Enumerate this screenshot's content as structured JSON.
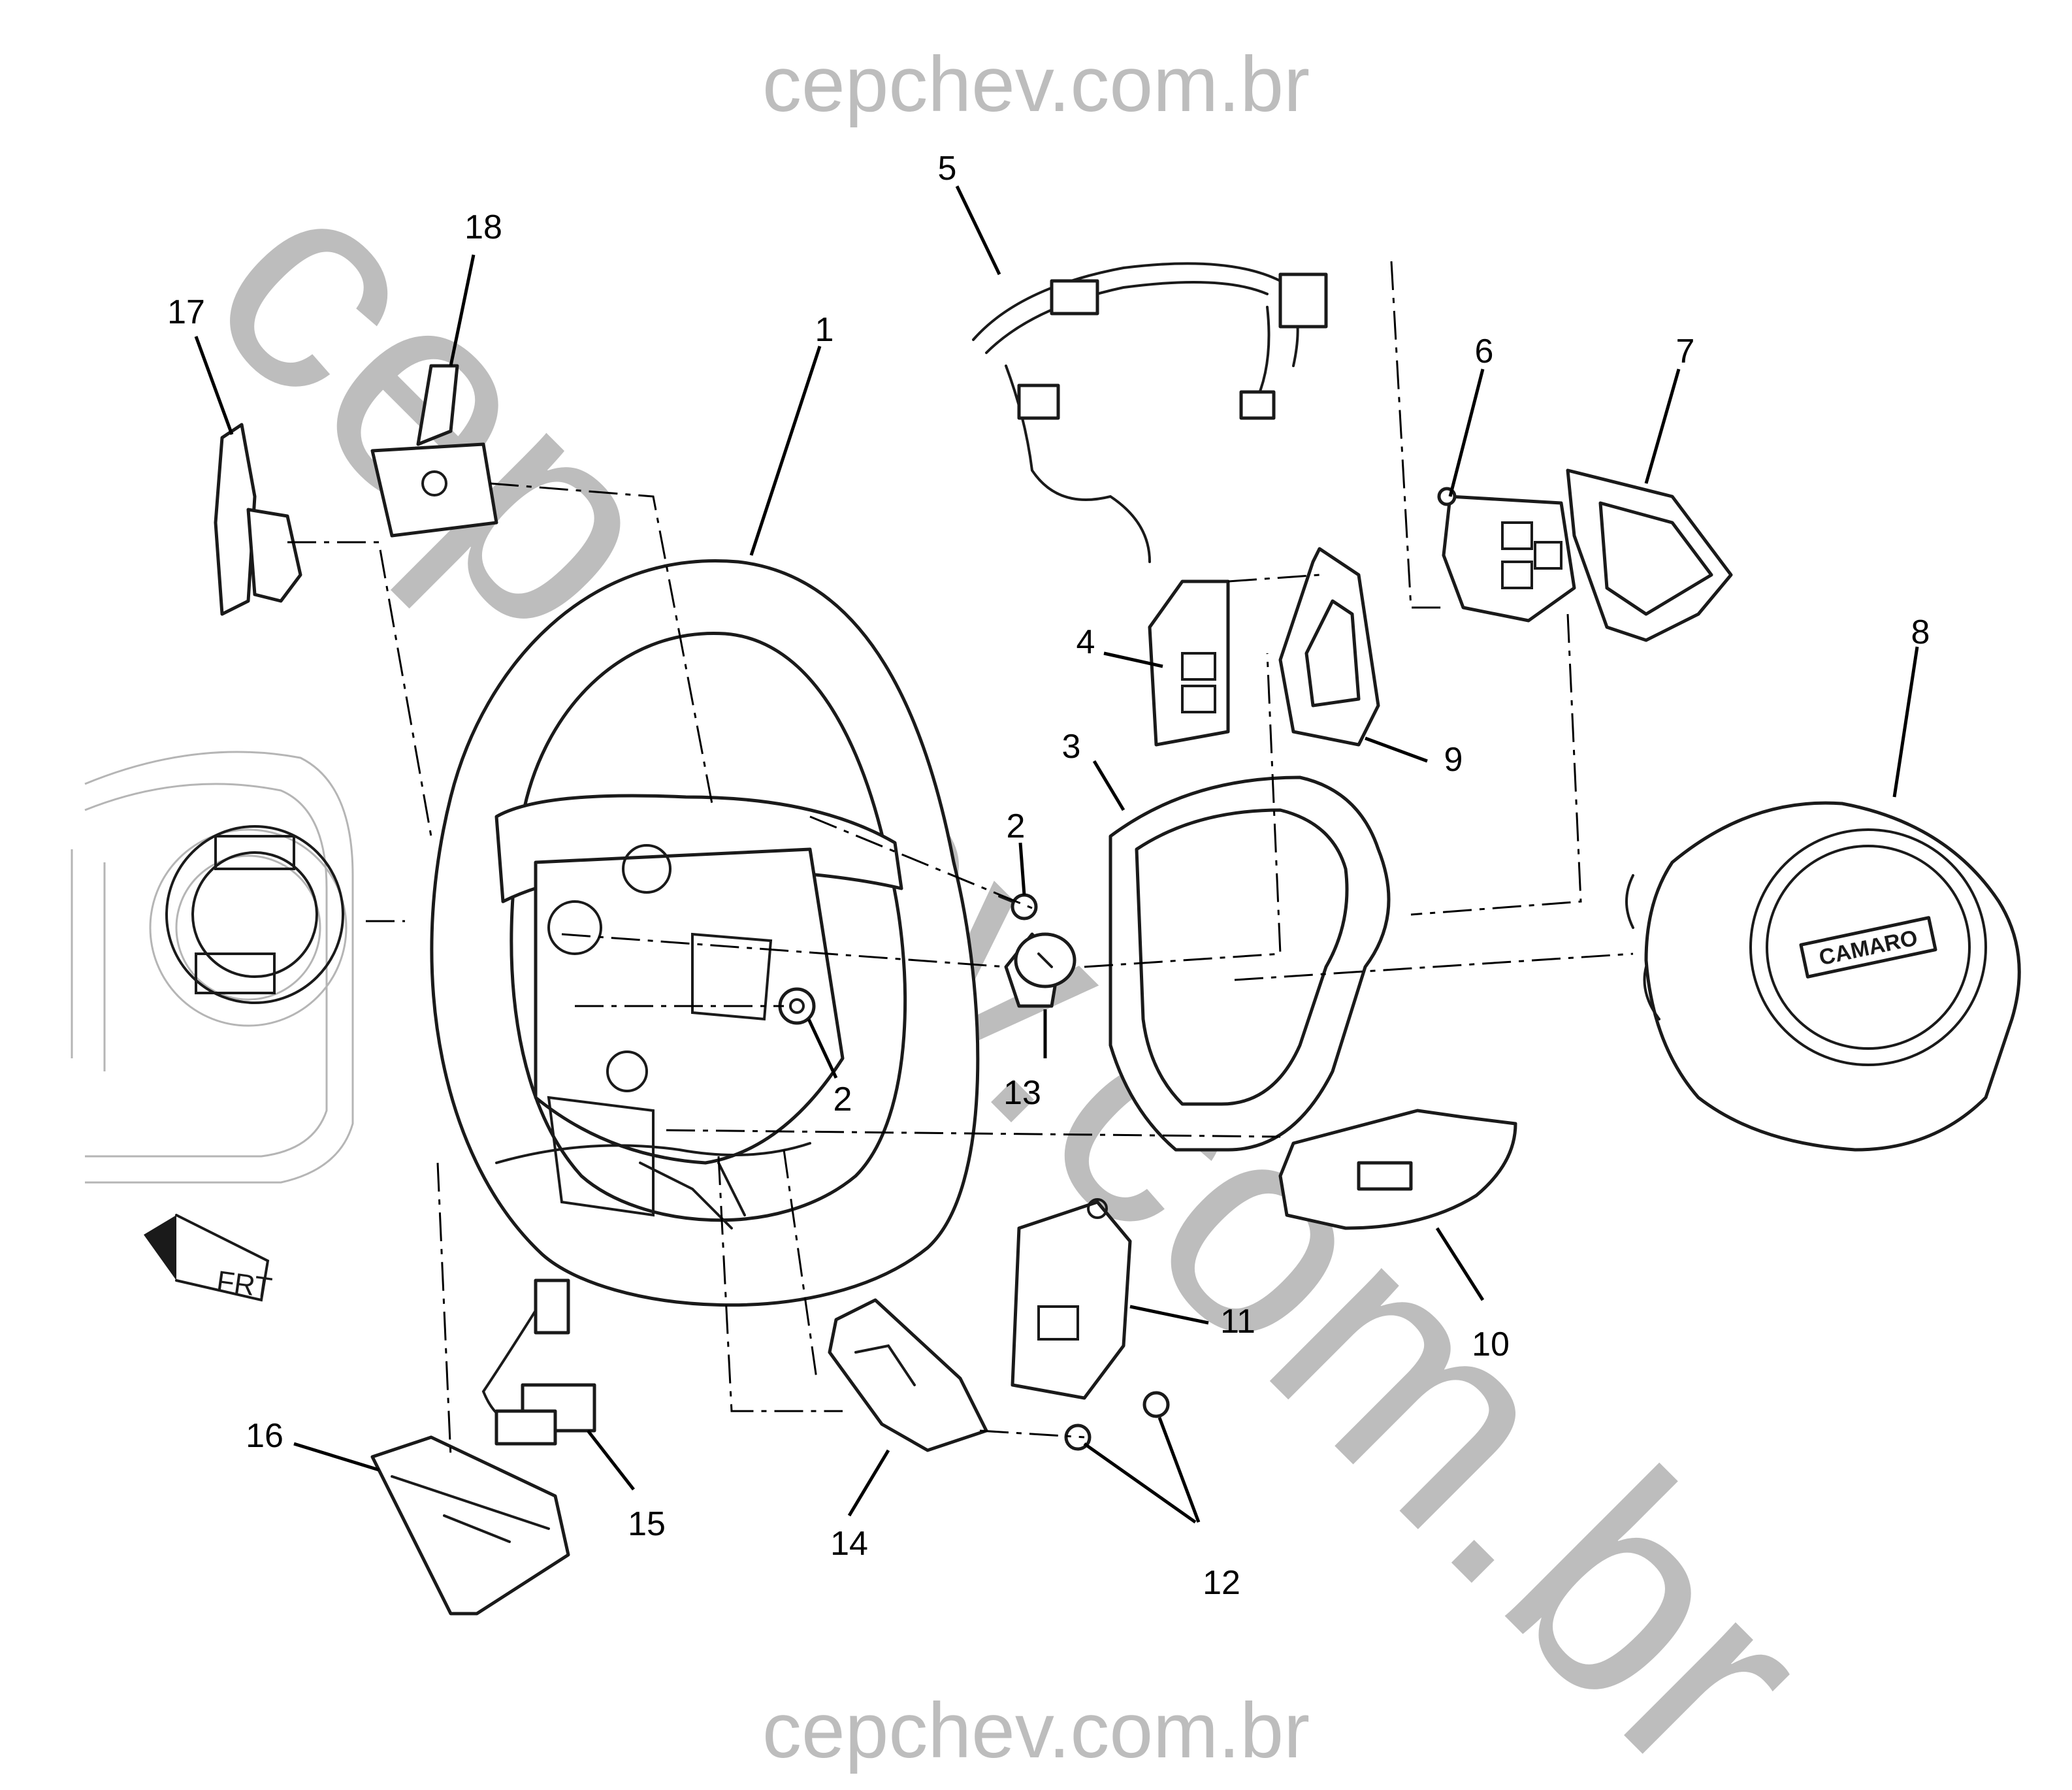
{
  "watermarks": {
    "top": "cepchev.com.br",
    "bottom": "cepchev.com.br",
    "diagonal": "cepchev.com.br"
  },
  "orientation_arrow": {
    "label": "FRT"
  },
  "badge_text": "CAMARO",
  "callouts": [
    {
      "id": "1",
      "label": "1"
    },
    {
      "id": "2a",
      "label": "2"
    },
    {
      "id": "2b",
      "label": "2"
    },
    {
      "id": "3",
      "label": "3"
    },
    {
      "id": "4",
      "label": "4"
    },
    {
      "id": "5",
      "label": "5"
    },
    {
      "id": "6",
      "label": "6"
    },
    {
      "id": "7",
      "label": "7"
    },
    {
      "id": "8",
      "label": "8"
    },
    {
      "id": "9",
      "label": "9"
    },
    {
      "id": "10",
      "label": "10"
    },
    {
      "id": "11",
      "label": "11"
    },
    {
      "id": "12",
      "label": "12"
    },
    {
      "id": "13",
      "label": "13"
    },
    {
      "id": "14",
      "label": "14"
    },
    {
      "id": "15",
      "label": "15"
    },
    {
      "id": "16",
      "label": "16"
    },
    {
      "id": "17",
      "label": "17"
    },
    {
      "id": "18",
      "label": "18"
    }
  ],
  "colors": {
    "line": "#1a1a1a",
    "watermark": "#bdbdbd",
    "ghost": "#b5b5b5",
    "background": "#ffffff"
  }
}
